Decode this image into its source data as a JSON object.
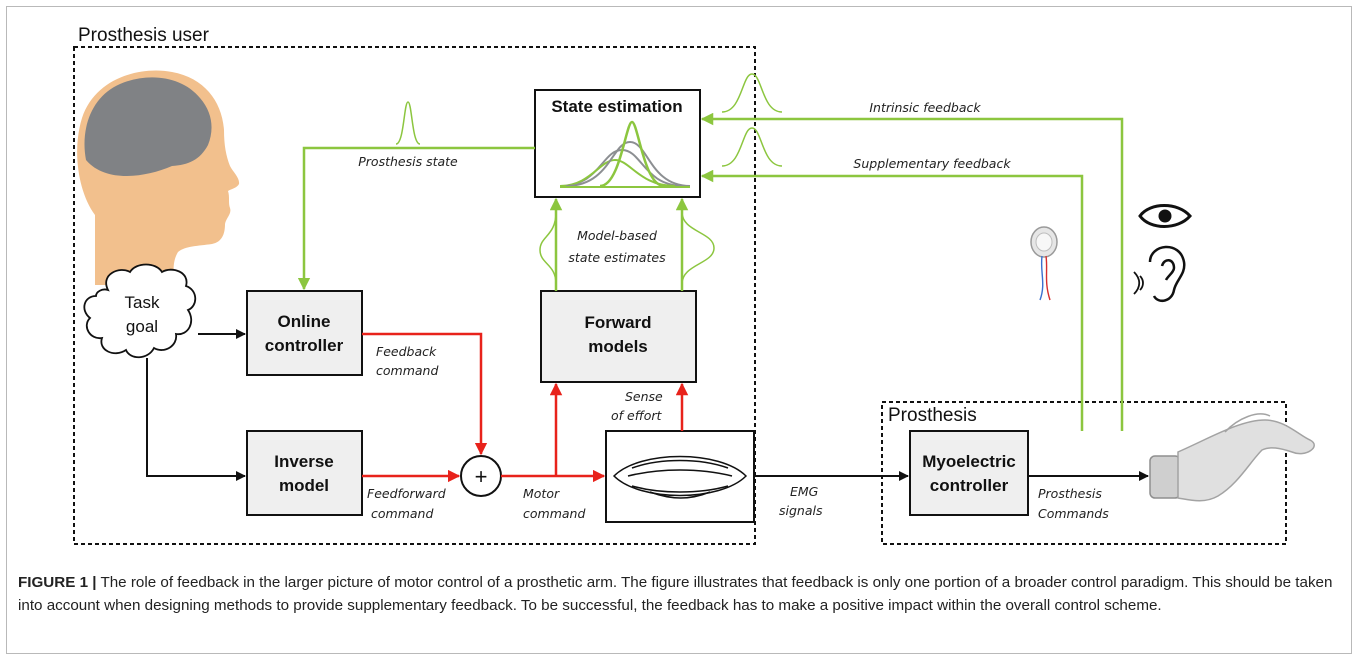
{
  "regions": {
    "user": "Prosthesis user",
    "prosthesis": "Prosthesis"
  },
  "blocks": {
    "state_estimation": "State estimation",
    "online_controller": [
      "Online",
      "controller"
    ],
    "forward_models": [
      "Forward",
      "models"
    ],
    "inverse_model": [
      "Inverse",
      "model"
    ],
    "myoelectric_controller": [
      "Myoelectric",
      "controller"
    ],
    "task_goal": [
      "Task",
      "goal"
    ],
    "sum_symbol": "+"
  },
  "signals": {
    "intrinsic_feedback": "Intrinsic feedback",
    "supplementary_feedback": "Supplementary feedback",
    "prosthesis_state": "Prosthesis state",
    "model_based": [
      "Model-based",
      "state estimates"
    ],
    "feedback_command": [
      "Feedback",
      "command"
    ],
    "feedforward_command": [
      "Feedforward",
      "command"
    ],
    "motor_command": [
      "Motor",
      "command"
    ],
    "sense_of_effort": [
      "Sense",
      "of effort"
    ],
    "emg_signals": [
      "EMG",
      "signals"
    ],
    "prosthesis_commands": [
      "Prosthesis",
      "Commands"
    ]
  },
  "colors": {
    "feedback": "#8cc63f",
    "command": "#e8221b",
    "box_fill": "#efefef",
    "head": "#f2c08d",
    "brain": "#808285"
  },
  "icons": [
    "head-brain-icon",
    "eye-icon",
    "ear-sound-icon",
    "vibration-motor-icon",
    "prosthetic-hand-icon",
    "muscle-icon"
  ],
  "caption": {
    "label": "FIGURE 1 |",
    "text": " The role of feedback in the larger picture of motor control of a prosthetic arm. The figure illustrates that feedback is only one portion of a broader control paradigm. This should be taken into account when designing methods to provide supplementary feedback. To be successful, the feedback has to make a positive impact within the overall control scheme."
  }
}
